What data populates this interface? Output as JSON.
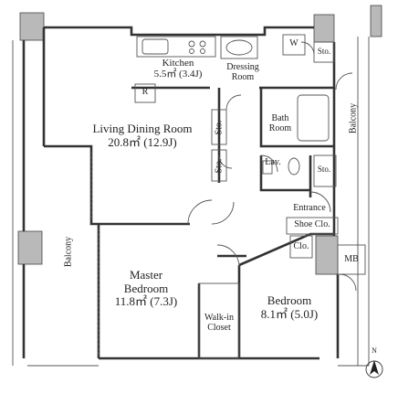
{
  "rooms": {
    "kitchen": {
      "name": "Kitchen",
      "area": "5.5㎡ (3.4J)",
      "fixture": "R"
    },
    "dressing": {
      "line1": "Dressing",
      "line2": "Room"
    },
    "washer": "W",
    "storage": "Sto.",
    "living": {
      "name": "Living Dining Room",
      "area": "20.8㎡ (12.9J)"
    },
    "bath": {
      "line1": "Bath",
      "line2": "Room"
    },
    "lavatory": "Lav.",
    "entrance": "Entrance",
    "shoe_closet": "Shoe Clo.",
    "closet": "Clo.",
    "mb": "MB",
    "master": {
      "line1": "Master",
      "line2": "Bedroom",
      "area": "11.8㎡ (7.3J)"
    },
    "walkin": {
      "line1": "Walk-in",
      "line2": "Closet"
    },
    "bedroom": {
      "name": "Bedroom",
      "area": "8.1㎡ (5.0J)"
    },
    "balcony_west": "Balcony",
    "balcony_east": "Balcony"
  },
  "compass": {
    "label": "N"
  }
}
